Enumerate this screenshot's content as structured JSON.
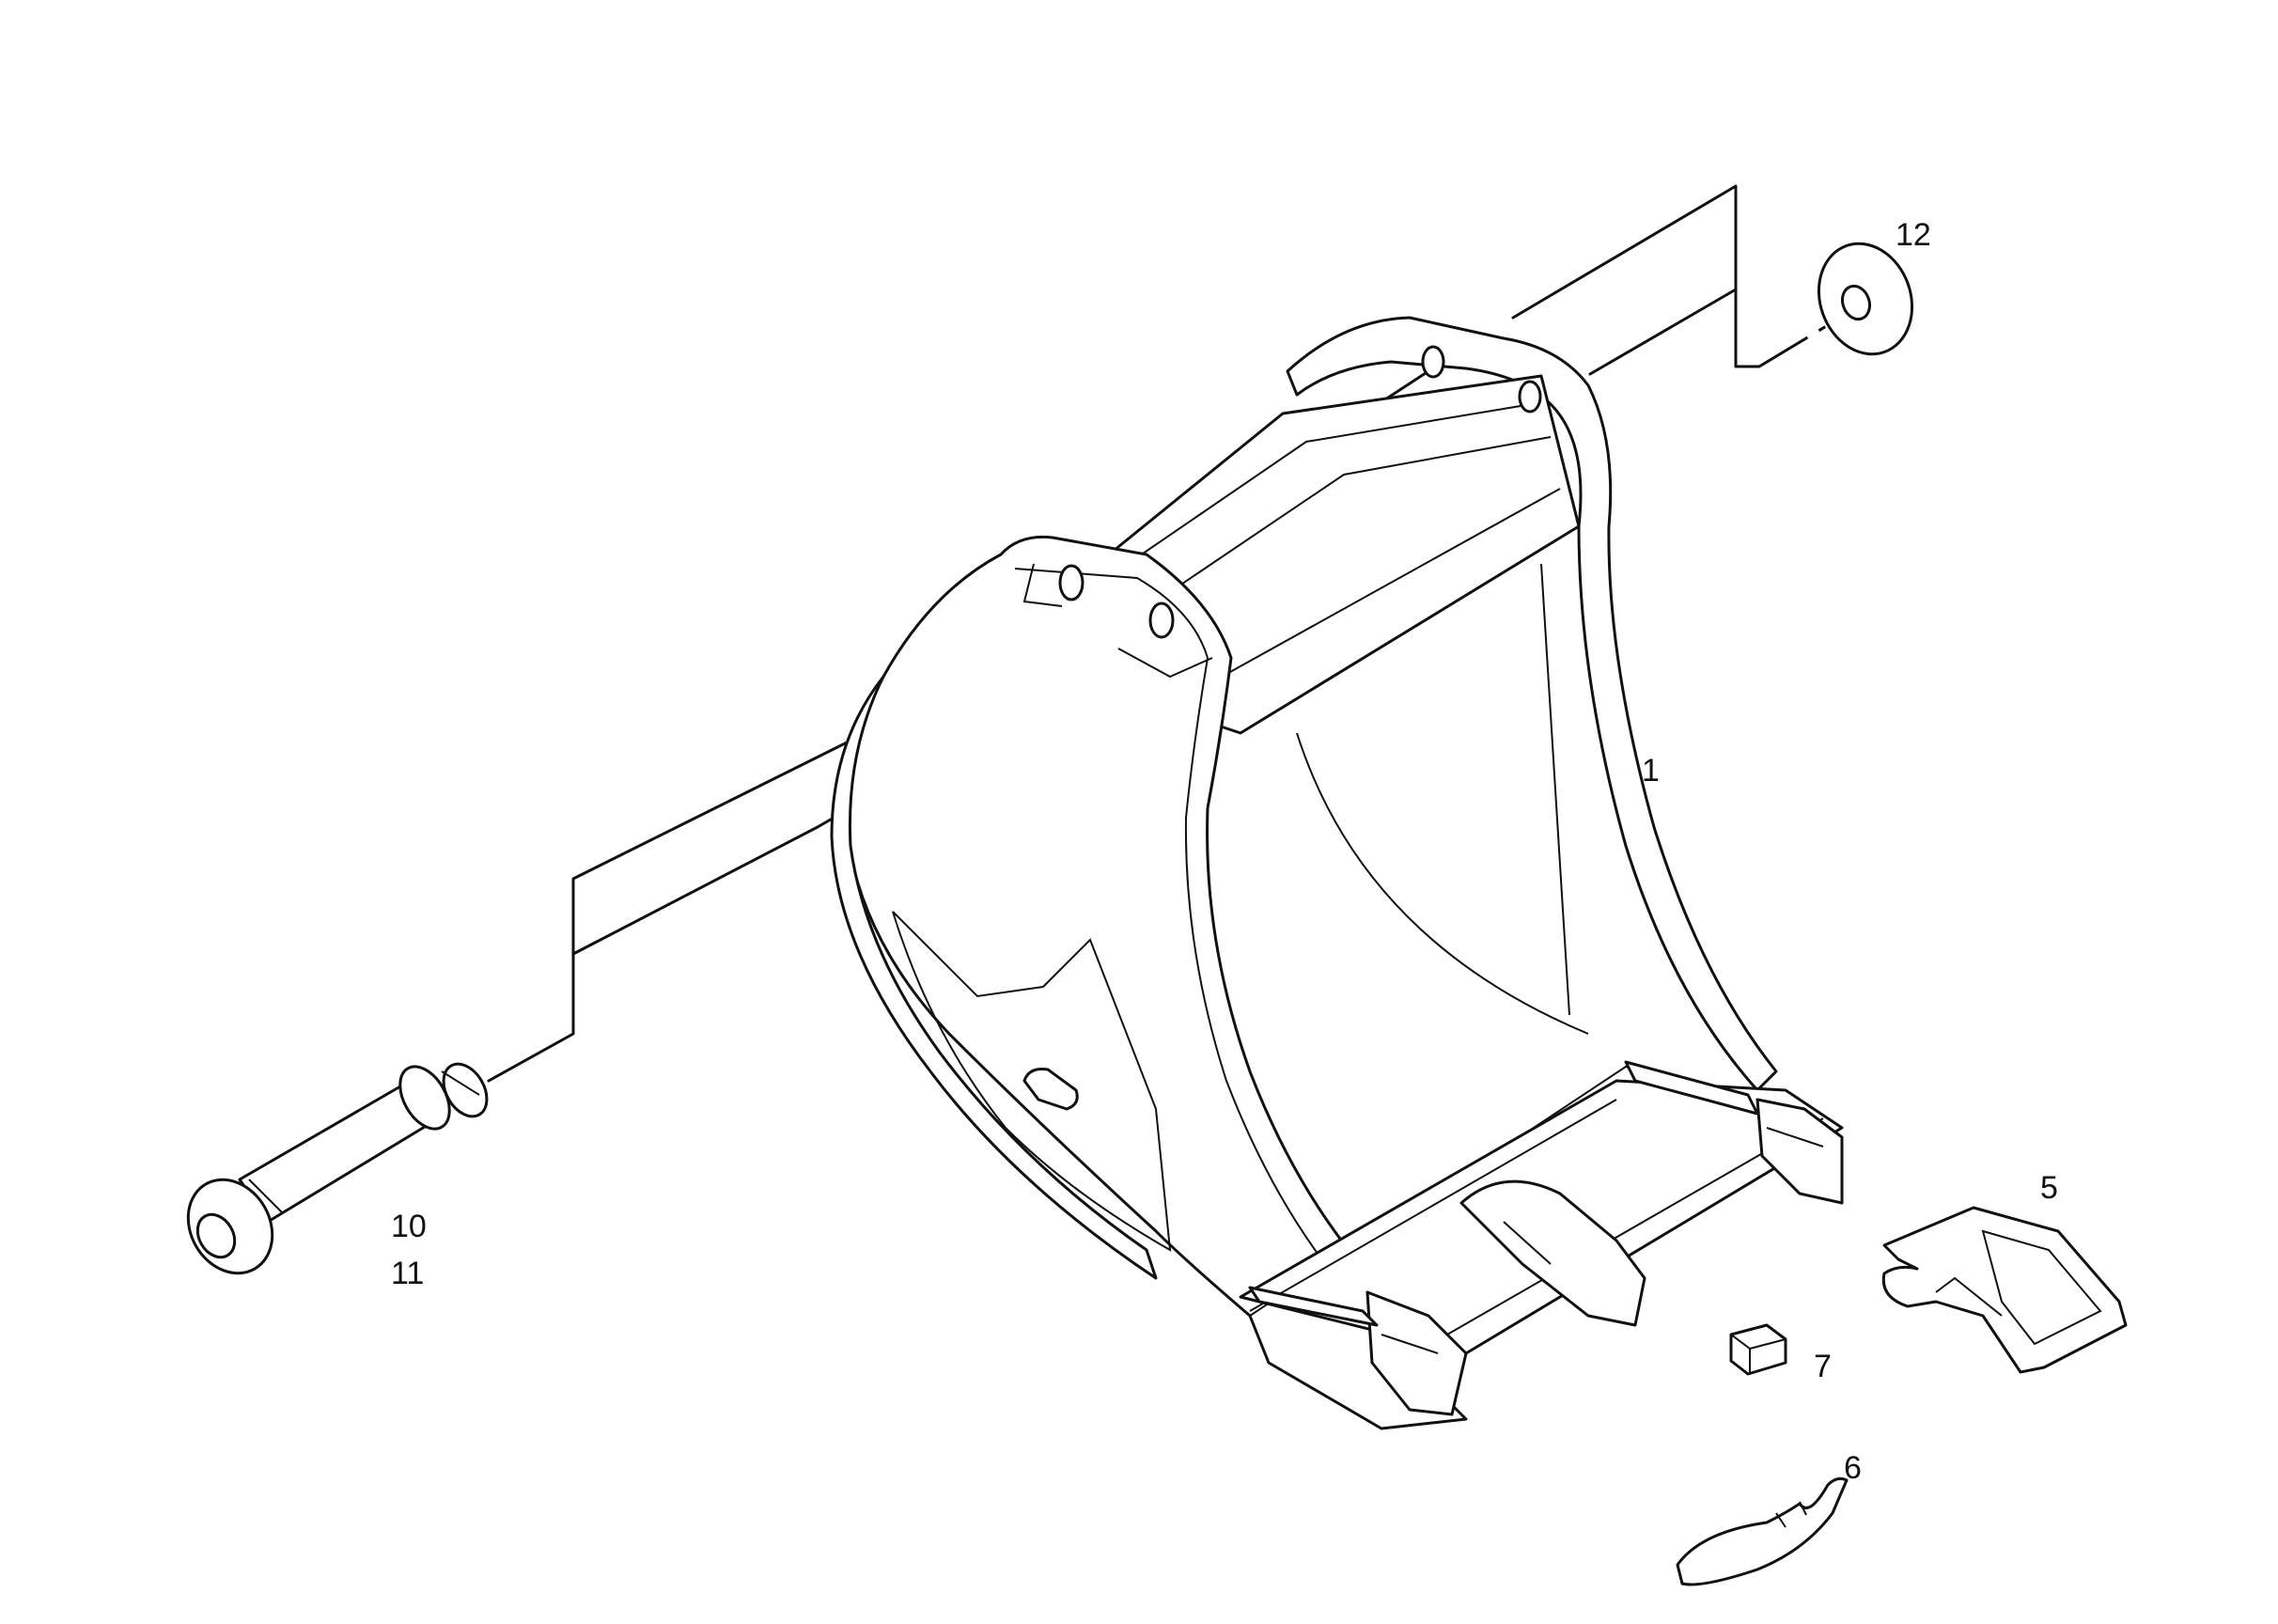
{
  "diagram": {
    "parts": [
      {
        "id": "bucket",
        "callout": "1",
        "icon": "bucket-body-icon"
      },
      {
        "id": "tooth",
        "callout": "5",
        "icon": "tooth-icon"
      },
      {
        "id": "retainer",
        "callout": "6",
        "icon": "retainer-icon"
      },
      {
        "id": "lock",
        "callout": "7",
        "icon": "lock-block-icon"
      },
      {
        "id": "pin-a",
        "callout": "10",
        "icon": "pin-icon"
      },
      {
        "id": "pin-b",
        "callout": "11",
        "icon": "pin-icon"
      },
      {
        "id": "washer",
        "callout": "12",
        "icon": "washer-icon"
      }
    ],
    "colors": {
      "line": "#111111",
      "background": "#ffffff"
    }
  }
}
